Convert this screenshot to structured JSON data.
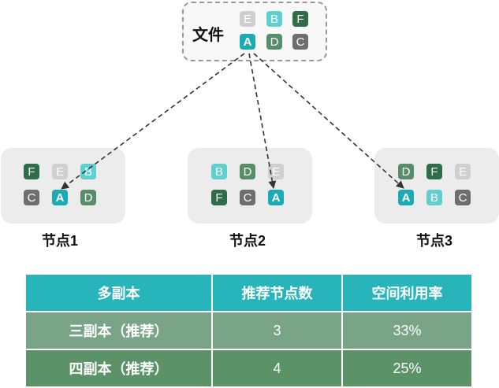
{
  "file": {
    "label": "文件",
    "blocks": [
      [
        "E",
        "B",
        "F"
      ],
      [
        "A",
        "D",
        "C"
      ]
    ]
  },
  "nodes": [
    {
      "label": "节点1",
      "blocks": [
        [
          "F",
          "E",
          "B"
        ],
        [
          "C",
          "A",
          "D"
        ]
      ]
    },
    {
      "label": "节点2",
      "blocks": [
        [
          "B",
          "D",
          "E"
        ],
        [
          "F",
          "C",
          "A"
        ]
      ]
    },
    {
      "label": "节点3",
      "blocks": [
        [
          "D",
          "F",
          "E"
        ],
        [
          "A",
          "B",
          "C"
        ]
      ]
    }
  ],
  "colors": {
    "A": "#1aabb5",
    "B": "#5fcfcf",
    "C": "#6e6e6e",
    "D": "#588d69",
    "E": "#cfcfcf",
    "F": "#2d6e48"
  },
  "table": {
    "headers": [
      "多副本",
      "推荐节点数",
      "空间利用率"
    ],
    "rows": [
      [
        "三副本（推荐）",
        "3",
        "33%"
      ],
      [
        "四副本（推荐）",
        "4",
        "25%"
      ]
    ]
  }
}
